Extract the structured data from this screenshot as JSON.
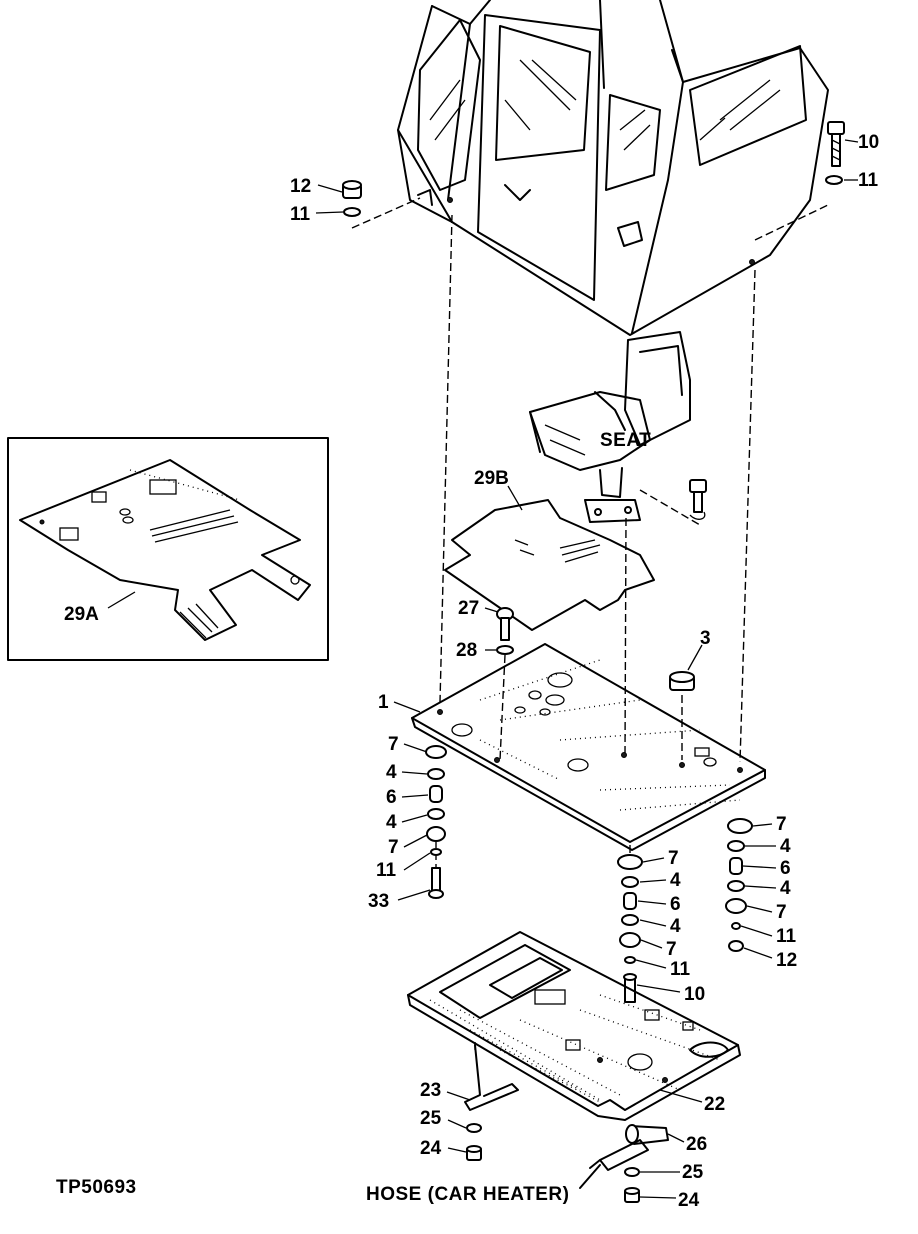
{
  "figure_id": "TP50693",
  "captions": {
    "seat": "SEAT",
    "hose": "HOSE (CAR HEATER)"
  },
  "callouts": {
    "cab_bolt": "10",
    "cab_washer_right": "11",
    "cab_nut_left": "12",
    "cab_washer_left": "11",
    "mat_29b": "29B",
    "mat_29a": "29A",
    "bolt_27": "27",
    "washer_28": "28",
    "plug_3": "3",
    "floor_plate_1": "1",
    "l_cushion_top": "7",
    "l_washer_a": "4",
    "l_spacer": "6",
    "l_washer_b": "4",
    "l_cushion_bottom": "7",
    "l_washer_11": "11",
    "l_bolt_33": "33",
    "c_cushion_top": "7",
    "c_washer_a": "4",
    "c_spacer": "6",
    "c_washer_b": "4",
    "c_cushion_bottom": "7",
    "c_washer_11": "11",
    "c_bolt_10": "10",
    "r_cushion_top": "7",
    "r_washer_a": "4",
    "r_spacer": "6",
    "r_washer_b": "4",
    "r_cushion_bottom": "7",
    "r_washer_11": "11",
    "r_nut_12": "12",
    "frame_22": "22",
    "bracket_23": "23",
    "washer_25_left": "25",
    "bolt_24_left": "24",
    "clamp_26": "26",
    "washer_25_right": "25",
    "bolt_24_right": "24"
  }
}
